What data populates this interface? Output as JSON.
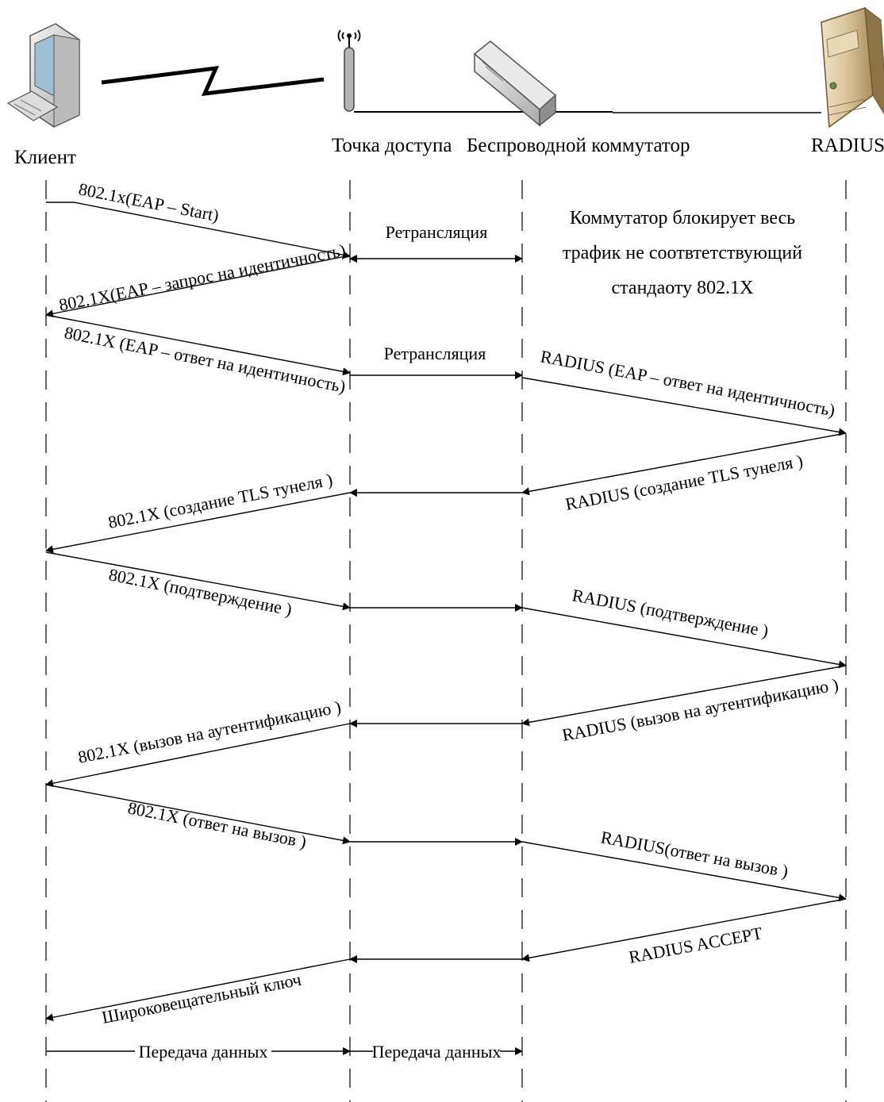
{
  "actors": {
    "client": "Клиент",
    "access_point": "Точка доступа",
    "switch": "Беспроводной коммутатор",
    "radius": "RADIUS"
  },
  "note": {
    "line1": "Коммутатор блокирует весь",
    "line2": "трафик не соотвтетствующий",
    "line3": "стандаоту 802.1X"
  },
  "messages": {
    "m1": "802.1x(EAP – Start)",
    "relay1": "Ретрансляция",
    "m2": "802.1X(EAP – запрос на идентичность)",
    "m3": "802.1X (EAP – ответ на идентичность)",
    "relay2": "Ретрансляция",
    "m4": "RADIUS (EAP – ответ на идентичность)",
    "m5": "RADIUS (создание TLS тунеля )",
    "m6": "802.1X (создание TLS тунеля )",
    "m7": "802.1X (подтверждение )",
    "m8": "RADIUS (подтверждение )",
    "m9": "RADIUS (вызов на аутентификацию )",
    "m10": "802.1X (вызов на аутентификацию )",
    "m11": "802.1X (ответ на вызов )",
    "m12": "RADIUS(ответ на вызов )",
    "m13": "RADIUS ACCEPT",
    "m14": "Широковещательный ключ",
    "data1": "Передача данных",
    "data2": "Передача данных"
  },
  "icons": [
    "computer-icon",
    "antenna-icon",
    "switch-icon",
    "server-icon",
    "lightning-link-icon"
  ]
}
